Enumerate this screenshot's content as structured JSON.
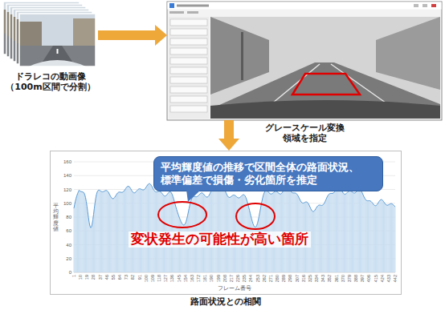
{
  "diagram": {
    "nodes": [
      {
        "text": [
          "ドラレコの動画像 （100m区間で分割）"
        ]
      },
      {
        "text": [
          "グレースケール変換 領域を指定"
        ]
      },
      {
        "text": [
          "路面状況との相関"
        ]
      },
      {
        "text": [
          "平均輝度値の推移で区間全体の路面状況、 標準偏差で損傷・劣化箇所を推定"
        ],
        "in": 2
      }
    ],
    "edges": [
      {
        "from": 0,
        "to": 1,
        "arrow": "to"
      },
      {
        "from": 1,
        "to": 2,
        "arrow": "to"
      }
    ],
    "labels": [
      "平均輝度値",
      "160",
      "140",
      "120",
      "100",
      "80",
      "60",
      "40",
      "20",
      "0",
      "変状発生の可能性が高い箇所",
      "1",
      "10",
      "19",
      "28",
      "37",
      "46",
      "55",
      "64",
      "73",
      "82",
      "91",
      "100",
      "109",
      "118",
      "127",
      "136",
      "145",
      "154",
      "163",
      "172",
      "181",
      "190",
      "199",
      "208",
      "217",
      "226",
      "235",
      "244",
      "253",
      "262",
      "271",
      "280",
      "289",
      "298",
      "307",
      "316",
      "325",
      "334",
      "343",
      "352",
      "361",
      "370",
      "379",
      "388",
      "397",
      "406",
      "415",
      "424",
      "433",
      "442",
      "フレーム番号"
    ]
  }
}
